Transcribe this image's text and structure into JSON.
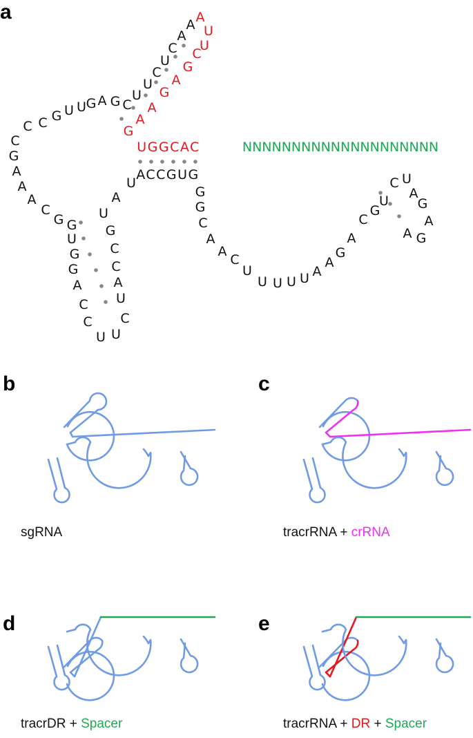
{
  "colors": {
    "black": "#111111",
    "red": "#e8161c",
    "green": "#1aaa55",
    "blue": "#6e9ae6",
    "magenta": "#f22ef2",
    "pair_dot": "#888888"
  },
  "panel_a": {
    "label": "a",
    "spacer": "NNNNNNNNNNNNNNNNNNNN",
    "repeat_top": "UGGCAC",
    "anti_repeat": "ACCGUG",
    "nucleotides": [
      {
        "t": "G",
        "c": "red"
      },
      {
        "t": "A",
        "c": "red"
      },
      {
        "t": "A",
        "c": "red"
      },
      {
        "t": "G",
        "c": "red"
      },
      {
        "t": "A",
        "c": "red"
      },
      {
        "t": "G",
        "c": "red"
      },
      {
        "t": "C",
        "c": "red"
      },
      {
        "t": "U",
        "c": "red"
      },
      {
        "t": "U",
        "c": "red"
      },
      {
        "t": "A",
        "c": "red"
      },
      {
        "t": "A",
        "c": "black"
      },
      {
        "t": "A",
        "c": "black"
      },
      {
        "t": "C",
        "c": "black"
      },
      {
        "t": "U",
        "c": "black"
      },
      {
        "t": "C",
        "c": "black"
      },
      {
        "t": "U",
        "c": "black"
      },
      {
        "t": "U",
        "c": "black"
      },
      {
        "t": "C",
        "c": "black"
      },
      {
        "t": "G",
        "c": "black"
      },
      {
        "t": "A",
        "c": "black"
      },
      {
        "t": "G",
        "c": "black"
      },
      {
        "t": "U",
        "c": "black"
      },
      {
        "t": "U",
        "c": "black"
      },
      {
        "t": "G",
        "c": "black"
      },
      {
        "t": "C",
        "c": "black"
      },
      {
        "t": "C",
        "c": "black"
      },
      {
        "t": "C",
        "c": "black"
      },
      {
        "t": "G",
        "c": "black"
      },
      {
        "t": "A",
        "c": "black"
      },
      {
        "t": "A",
        "c": "black"
      },
      {
        "t": "A",
        "c": "black"
      },
      {
        "t": "C",
        "c": "black"
      },
      {
        "t": "G",
        "c": "black"
      },
      {
        "t": "G",
        "c": "black"
      },
      {
        "t": "U",
        "c": "black"
      },
      {
        "t": "G",
        "c": "black"
      },
      {
        "t": "G",
        "c": "black"
      },
      {
        "t": "A",
        "c": "black"
      },
      {
        "t": "C",
        "c": "black"
      },
      {
        "t": "C",
        "c": "black"
      },
      {
        "t": "U",
        "c": "black"
      },
      {
        "t": "U",
        "c": "black"
      },
      {
        "t": "C",
        "c": "black"
      },
      {
        "t": "U",
        "c": "black"
      },
      {
        "t": "A",
        "c": "black"
      },
      {
        "t": "C",
        "c": "black"
      },
      {
        "t": "C",
        "c": "black"
      },
      {
        "t": "G",
        "c": "black"
      },
      {
        "t": "U",
        "c": "black"
      },
      {
        "t": "A",
        "c": "black"
      },
      {
        "t": "U",
        "c": "black"
      },
      {
        "t": "G",
        "c": "black"
      },
      {
        "t": "G",
        "c": "black"
      },
      {
        "t": "C",
        "c": "black"
      },
      {
        "t": "A",
        "c": "black"
      },
      {
        "t": "A",
        "c": "black"
      },
      {
        "t": "C",
        "c": "black"
      },
      {
        "t": "U",
        "c": "black"
      },
      {
        "t": "U",
        "c": "black"
      },
      {
        "t": "U",
        "c": "black"
      },
      {
        "t": "U",
        "c": "black"
      },
      {
        "t": "U",
        "c": "black"
      },
      {
        "t": "A",
        "c": "black"
      },
      {
        "t": "A",
        "c": "black"
      },
      {
        "t": "G",
        "c": "black"
      },
      {
        "t": "A",
        "c": "black"
      },
      {
        "t": "C",
        "c": "black"
      },
      {
        "t": "G",
        "c": "black"
      },
      {
        "t": "U",
        "c": "black"
      },
      {
        "t": "C",
        "c": "black"
      },
      {
        "t": "U",
        "c": "black"
      },
      {
        "t": "A",
        "c": "black"
      },
      {
        "t": "G",
        "c": "black"
      },
      {
        "t": "A",
        "c": "black"
      },
      {
        "t": "G",
        "c": "black"
      },
      {
        "t": "A",
        "c": "black"
      }
    ]
  },
  "panels": [
    {
      "label": "b",
      "caption": [
        {
          "t": "sgRNA",
          "c": "black"
        }
      ]
    },
    {
      "label": "c",
      "caption": [
        {
          "t": "tracrRNA + ",
          "c": "black"
        },
        {
          "t": "crRNA",
          "c": "magenta"
        }
      ]
    },
    {
      "label": "d",
      "caption": [
        {
          "t": "tracrDR + ",
          "c": "black"
        },
        {
          "t": "Spacer",
          "c": "green"
        }
      ]
    },
    {
      "label": "e",
      "caption": [
        {
          "t": "tracrRNA + ",
          "c": "black"
        },
        {
          "t": "DR",
          "c": "red"
        },
        {
          "t": " + ",
          "c": "black"
        },
        {
          "t": "Spacer",
          "c": "green"
        }
      ]
    }
  ]
}
